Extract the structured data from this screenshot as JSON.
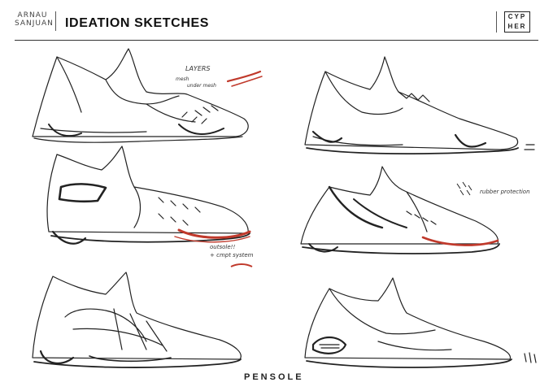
{
  "header": {
    "author_line1": "ARNAU",
    "author_line2": "SANJUAN",
    "title": "IDEATION SKETCHES",
    "brand_line1": "CYP",
    "brand_line2": "HER"
  },
  "notes": {
    "layers": "LAYERS",
    "mesh": "mesh",
    "under_mesh": "under mesh",
    "outsole_1": "outsole!!",
    "outsole_2": "+ cmpt system",
    "rubber": "rubber protection"
  },
  "footer": {
    "logo": "PENSOLE"
  },
  "colors": {
    "accent": "#c0392b",
    "ink": "#222222"
  }
}
